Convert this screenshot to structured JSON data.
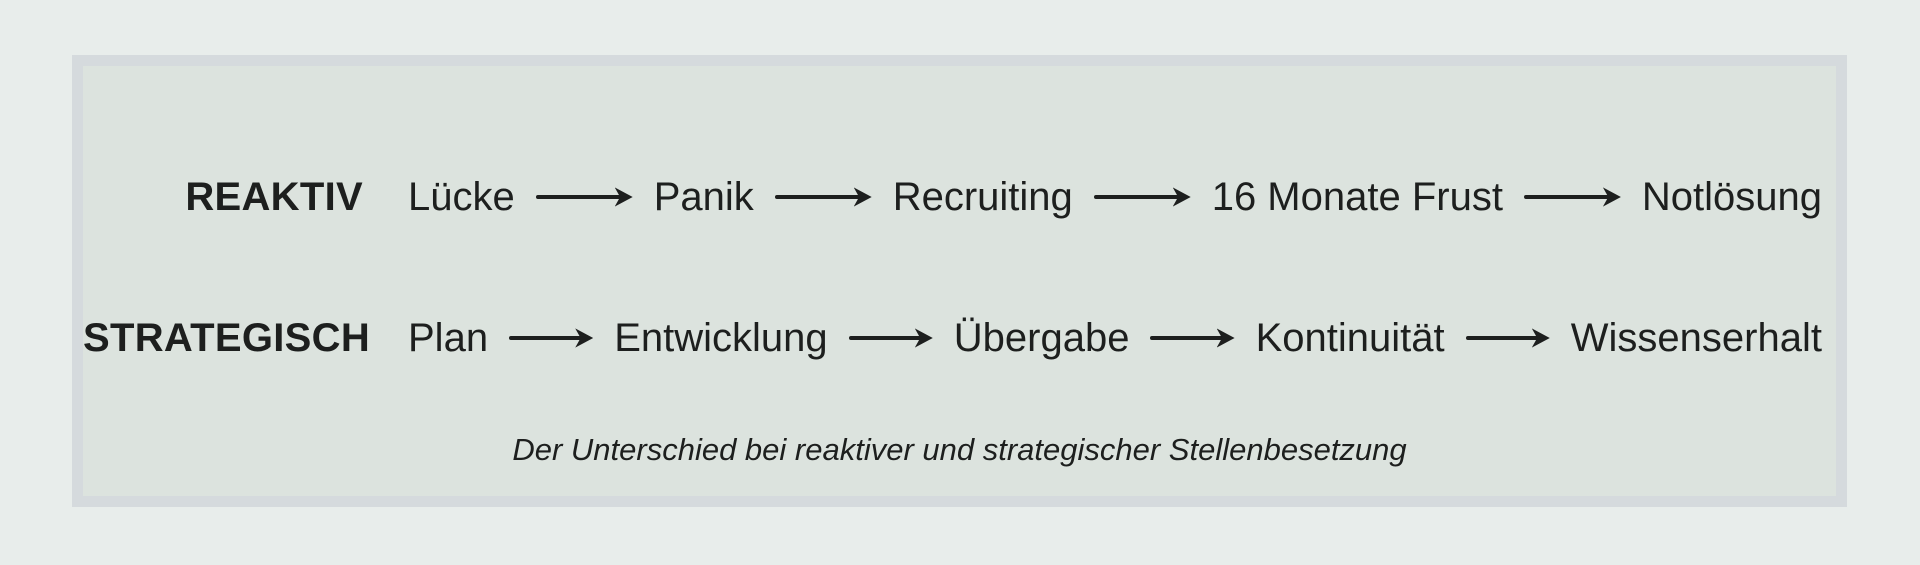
{
  "figure": {
    "rows": [
      {
        "label": "REAKTIV",
        "steps": [
          "Lücke",
          "Panik",
          "Recruiting",
          "16 Monate Frust",
          "Notlösung"
        ]
      },
      {
        "label": "STRATEGISCH",
        "steps": [
          "Plan",
          "Entwicklung",
          "Übergabe",
          "Kontinuität",
          "Wissenserhalt"
        ]
      }
    ],
    "caption": "Der Unterschied bei reaktiver und strategischer Stellenbesetzung"
  },
  "colors": {
    "pageBg": "#e8edeb",
    "panelBg": "#dce3de",
    "panelBorder": "#d5dadd",
    "text": "#1d1f1e"
  }
}
